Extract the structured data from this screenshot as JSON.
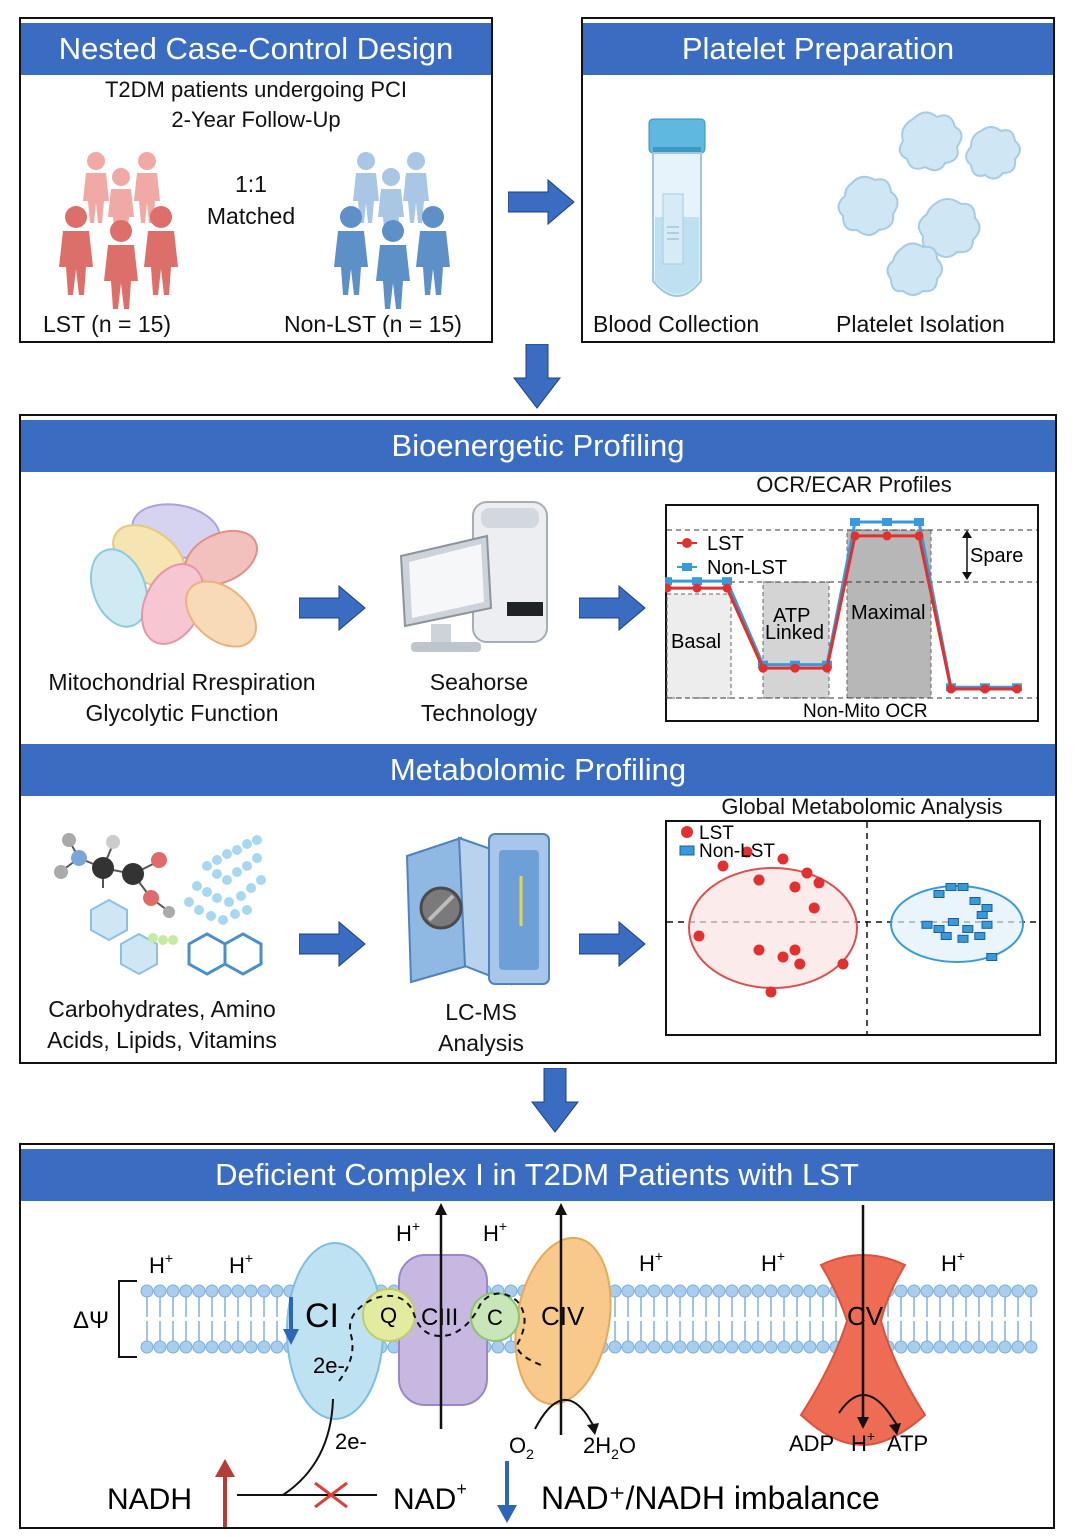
{
  "design": {
    "title": "Nested Case-Control Design",
    "line1": "T2DM patients undergoing PCI",
    "line2": "2-Year Follow-Up",
    "match1": "1:1",
    "match2": "Matched",
    "lst": "LST  (n = 15)",
    "nonlst": "Non-LST (n = 15)"
  },
  "prep": {
    "title": "Platelet Preparation",
    "blood": "Blood Collection",
    "iso": "Platelet Isolation"
  },
  "bio": {
    "title": "Bioenergetic Profiling",
    "mito1": "Mitochondrial Rrespiration",
    "mito2": "Glycolytic Function",
    "sea1": "Seahorse",
    "sea2": "Technology",
    "chart_title": "OCR/ECAR Profiles",
    "legend_lst": "LST",
    "legend_nonlst": "Non-LST",
    "spare": "Spare",
    "basal": "Basal",
    "atp1": "ATP",
    "atp2": "Linked",
    "maximal": "Maximal",
    "nonmito": "Non-Mito OCR"
  },
  "meta": {
    "title": "Metabolomic Profiling",
    "cls1": "Carbohydrates, Amino",
    "cls2": "Acids, Lipids, Vitamins",
    "lc1": "LC-MS",
    "lc2": "Analysis",
    "chart_title": "Global Metabolomic Analysis",
    "legend_lst": "LST",
    "legend_nonlst": "Non-LST"
  },
  "complex": {
    "title": "Deficient Complex I in T2DM Patients with LST",
    "dpsi": "ΔΨ",
    "h": "H",
    "plus": "+",
    "ci": "CI",
    "q": "Q",
    "ciii": "CIII",
    "c": "C",
    "civ": "CIV",
    "cv": "CV",
    "two_e_in": "2e-",
    "two_e": "2e-",
    "o2": "O",
    "o2_sub": "2",
    "h2o_a": "2H",
    "h2o_sub": "2",
    "h2o_b": "O",
    "adp": "ADP",
    "atp": "ATP",
    "nadh": "NADH",
    "nad": "NAD",
    "imbalance": "NAD⁺/NADH imbalance"
  },
  "colors": {
    "header": "#3a6cc2",
    "arrow": "#3a6cc2",
    "lst": "#e03030",
    "nonlst": "#3a9ad9"
  },
  "chart_data": [
    {
      "type": "line",
      "title": "OCR/ECAR Profiles",
      "x": [
        1,
        2,
        3,
        4,
        5,
        6,
        7,
        8,
        9,
        10,
        11,
        12
      ],
      "series": [
        {
          "name": "LST",
          "values": [
            0.62,
            0.62,
            0.62,
            0.16,
            0.16,
            0.16,
            0.92,
            0.92,
            0.92,
            0.04,
            0.04,
            0.04
          ]
        },
        {
          "name": "Non-LST",
          "values": [
            0.66,
            0.66,
            0.66,
            0.18,
            0.18,
            0.18,
            1.0,
            1.0,
            1.0,
            0.05,
            0.05,
            0.05
          ]
        }
      ],
      "annotations": [
        "Basal",
        "ATP Linked",
        "Maximal",
        "Spare",
        "Non-Mito OCR"
      ]
    },
    {
      "type": "scatter",
      "title": "Global Metabolomic Analysis",
      "series": [
        {
          "name": "LST",
          "points": [
            [
              -0.6,
              0.4
            ],
            [
              -0.5,
              0.5
            ],
            [
              -0.45,
              0.3
            ],
            [
              -0.35,
              0.45
            ],
            [
              -0.3,
              0.25
            ],
            [
              -0.25,
              0.35
            ],
            [
              -0.2,
              0.28
            ],
            [
              -0.22,
              0.1
            ],
            [
              -0.7,
              -0.1
            ],
            [
              -0.45,
              -0.2
            ],
            [
              -0.35,
              -0.25
            ],
            [
              -0.3,
              -0.2
            ],
            [
              -0.28,
              -0.3
            ],
            [
              -0.4,
              -0.5
            ],
            [
              -0.1,
              -0.3
            ]
          ]
        },
        {
          "name": "Non-LST",
          "points": [
            [
              0.3,
              0.2
            ],
            [
              0.35,
              0.25
            ],
            [
              0.4,
              0.25
            ],
            [
              0.45,
              0.15
            ],
            [
              0.5,
              0.1
            ],
            [
              0.48,
              0.05
            ],
            [
              0.36,
              0.0
            ],
            [
              0.25,
              -0.02
            ],
            [
              0.42,
              -0.05
            ],
            [
              0.5,
              -0.02
            ],
            [
              0.47,
              -0.1
            ],
            [
              0.33,
              -0.1
            ],
            [
              0.4,
              -0.12
            ],
            [
              0.52,
              -0.25
            ],
            [
              0.3,
              -0.05
            ]
          ]
        }
      ]
    }
  ]
}
